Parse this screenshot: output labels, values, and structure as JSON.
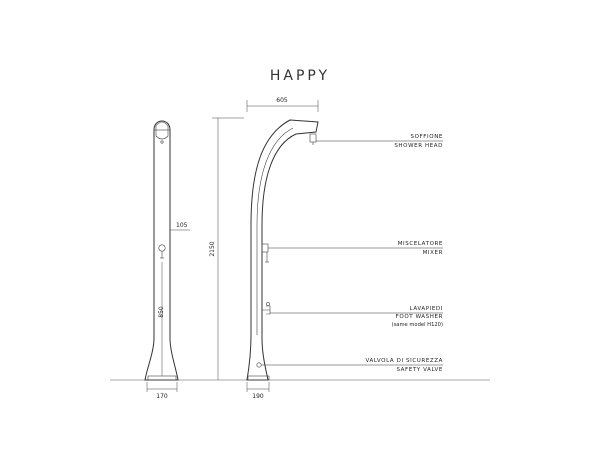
{
  "title": "HAPPY",
  "dimensions": {
    "front_width": "170",
    "valve_height": "105",
    "front_height": "850",
    "side_top_width": "605",
    "total_height": "2150",
    "side_base_width": "190"
  },
  "callouts": {
    "shower_head": {
      "line1": "SOFFIONE",
      "line2": "SHOWER HEAD"
    },
    "mixer": {
      "line1": "MISCELATORE",
      "line2": "MIXER"
    },
    "foot_washer": {
      "line1": "LAVAPIEDI",
      "line2": "FOOT WASHER",
      "line3": "(same model H120)"
    },
    "safety_valve": {
      "line1": "VALVOLA DI SICUREZZA",
      "line2": "SAFETY VALVE"
    }
  }
}
